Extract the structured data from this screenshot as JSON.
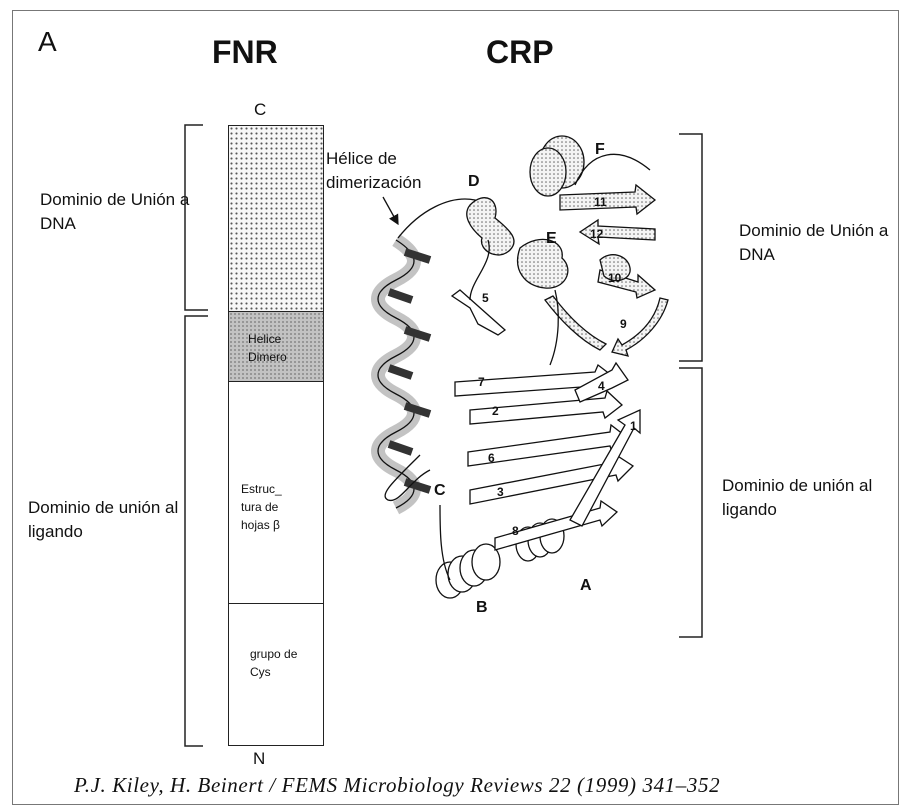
{
  "panel_label": "A",
  "fnr": {
    "title": "FNR",
    "c_terminus": "C",
    "n_terminus": "N",
    "domain_dna": "Dominio de Unión a DNA",
    "domain_ligand": "Dominio de unión al ligando",
    "segments": {
      "helix_label": "Helice Dimero",
      "sheet_label": "Estruc_ tura de hojas β",
      "cys_label": "grupo de Cys"
    }
  },
  "crp": {
    "title": "CRP",
    "helix_note": "Hélice de dimerización",
    "domain_dna": "Dominio de Unión a DNA",
    "domain_ligand": "Dominio de unión al ligando",
    "helix_letters": [
      "A",
      "B",
      "C",
      "D",
      "E",
      "F"
    ],
    "strand_numbers": [
      "1",
      "2",
      "3",
      "4",
      "5",
      "6",
      "7",
      "8",
      "9",
      "10",
      "11",
      "12"
    ]
  },
  "citation": "P.J. Kiley, H. Beinert / FEMS Microbiology Reviews 22 (1999) 341–352"
}
